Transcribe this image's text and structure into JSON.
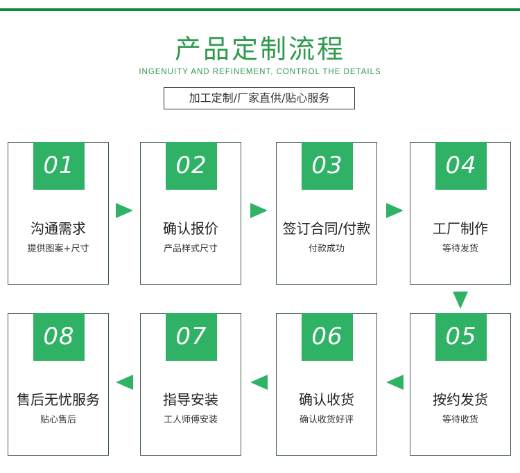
{
  "header": {
    "title": "产品定制流程",
    "subtitle": "INGENUITY AND REFINEMENT, CONTROL THE DETAILS",
    "tagline": "加工定制/厂家直供/贴心服务"
  },
  "steps": [
    {
      "num": "01",
      "name": "沟通需求",
      "desc": "提供图案+尺寸"
    },
    {
      "num": "02",
      "name": "确认报价",
      "desc": "产品样式尺寸"
    },
    {
      "num": "03",
      "name": "签订合同/付款",
      "desc": "付款成功"
    },
    {
      "num": "04",
      "name": "工厂制作",
      "desc": "等待发货"
    },
    {
      "num": "05",
      "name": "按约发货",
      "desc": "等待收货"
    },
    {
      "num": "06",
      "name": "确认收货",
      "desc": "确认收货好评"
    },
    {
      "num": "07",
      "name": "指导安装",
      "desc": "工人师傅安装"
    },
    {
      "num": "08",
      "name": "售后无忧服务",
      "desc": "贴心售后"
    }
  ],
  "colors": {
    "accent": "#2fb266",
    "title": "#2f9a4d",
    "topline": "#0e8a3e"
  },
  "icons": {
    "arrow": "triangle-arrow"
  }
}
